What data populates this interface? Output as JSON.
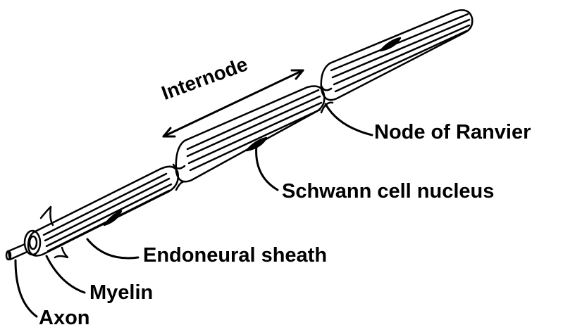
{
  "labels": {
    "internode": "Internode",
    "node_of_ranvier": "Node of Ranvier",
    "schwann_cell_nucleus": "Schwann cell nucleus",
    "endoneural_sheath": "Endoneural sheath",
    "myelin": "Myelin",
    "axon": "Axon"
  },
  "colors": {
    "ink": "#000000",
    "background": "#ffffff"
  }
}
